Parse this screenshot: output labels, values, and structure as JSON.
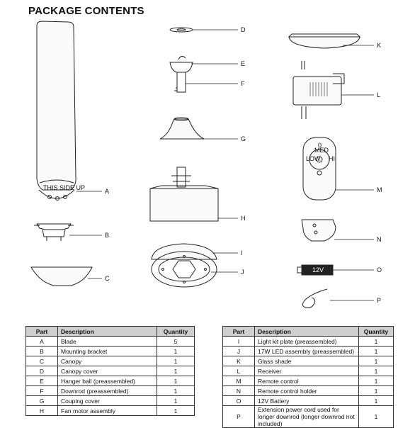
{
  "page": {
    "title": "PACKAGE CONTENTS"
  },
  "illustration": {
    "blade_marking": "THIS SIDE UP",
    "battery_marking": "12V",
    "remote_markings": {
      "top": "0",
      "med": "MED",
      "low": "LOW",
      "hi": "HI"
    }
  },
  "callouts": [
    "A",
    "B",
    "C",
    "D",
    "E",
    "F",
    "G",
    "H",
    "I",
    "J",
    "K",
    "L",
    "M",
    "N",
    "O",
    "P"
  ],
  "table_headers": {
    "part": "Part",
    "description": "Description",
    "quantity": "Quantity"
  },
  "table_left": [
    {
      "part": "A",
      "description": "Blade",
      "quantity": "5"
    },
    {
      "part": "B",
      "description": "Mounting bracket",
      "quantity": "1"
    },
    {
      "part": "C",
      "description": "Canopy",
      "quantity": "1"
    },
    {
      "part": "D",
      "description": "Canopy cover",
      "quantity": "1"
    },
    {
      "part": "E",
      "description": "Hanger ball (preassembled)",
      "quantity": "1"
    },
    {
      "part": "F",
      "description": "Downrod (preassembled)",
      "quantity": "1"
    },
    {
      "part": "G",
      "description": "Couping cover",
      "quantity": "1"
    },
    {
      "part": "H",
      "description": "Fan motor assembly",
      "quantity": "1"
    }
  ],
  "table_right": [
    {
      "part": "I",
      "description": "Light kit plate (preassembled)",
      "quantity": "1"
    },
    {
      "part": "J",
      "description": "17W LED assembly (preassembled)",
      "quantity": "1"
    },
    {
      "part": "K",
      "description": "Glass shade",
      "quantity": "1"
    },
    {
      "part": "L",
      "description": "Receiver",
      "quantity": "1"
    },
    {
      "part": "M",
      "description": "Remote control",
      "quantity": "1"
    },
    {
      "part": "N",
      "description": "Remote control holder",
      "quantity": "1"
    },
    {
      "part": "O",
      "description": "12V Battery",
      "quantity": "1"
    },
    {
      "part": "P",
      "description": "Extension power cord used for longer downrod (longer downrod not included)",
      "quantity": "1"
    }
  ]
}
